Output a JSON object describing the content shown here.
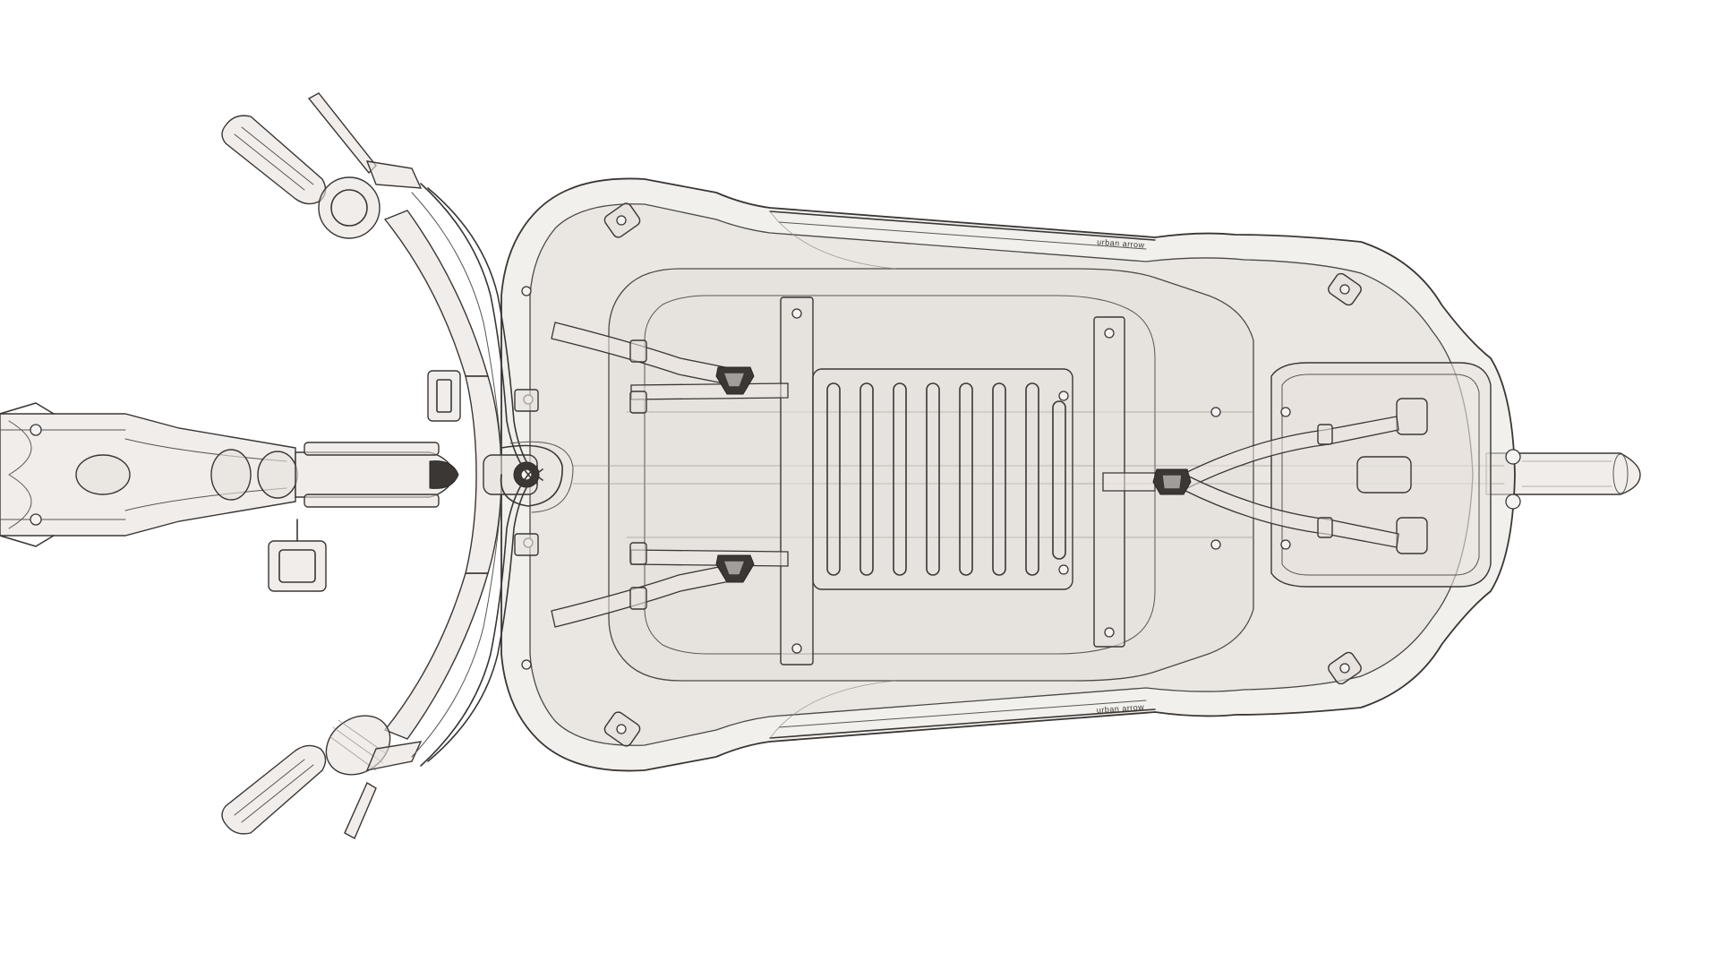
{
  "image": {
    "description_kind": "technical line drawing",
    "colors": {
      "background": "#ffffff",
      "line": "#3a3634",
      "fill": "#e8e3de"
    }
  },
  "drawing": {
    "side_rail_lettering": "urban arrow",
    "components": [
      "handlebar",
      "brake-lever-left",
      "brake-lever-right",
      "grip-top",
      "grip-bottom",
      "brake-cables",
      "frame-tube",
      "pedal",
      "cargo-box",
      "floor-slots",
      "bench-seat",
      "harness-front-top",
      "harness-front-bottom",
      "harness-rear",
      "buckle-front-top",
      "buckle-front-bottom",
      "buckle-rear",
      "front-axle"
    ]
  }
}
